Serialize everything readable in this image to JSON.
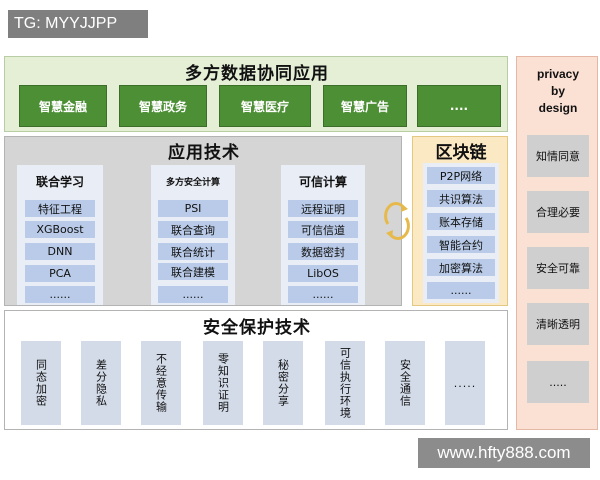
{
  "watermarks": {
    "tg": "TG: MYYJJPP",
    "url": "www.hfty888.com"
  },
  "multi_party": {
    "title": "多方数据协同应用",
    "apps": [
      "智慧金融",
      "智慧政务",
      "智慧医疗",
      "智慧广告",
      "...."
    ]
  },
  "app_tech": {
    "title": "应用技术",
    "columns": [
      {
        "title": "联合学习",
        "items": [
          "特征工程",
          "XGBoost",
          "DNN",
          "PCA",
          "......"
        ]
      },
      {
        "title": "多方安全计算",
        "items": [
          "PSI",
          "联合查询",
          "联合统计",
          "联合建模",
          "......"
        ]
      },
      {
        "title": "可信计算",
        "items": [
          "远程证明",
          "可信信道",
          "数据密封",
          "LibOS",
          "......"
        ]
      }
    ]
  },
  "blockchain": {
    "title": "区块链",
    "items": [
      "P2P网络",
      "共识算法",
      "账本存储",
      "智能合约",
      "加密算法",
      "......"
    ]
  },
  "security_tech": {
    "title": "安全保护技术",
    "items": [
      "同态加密",
      "差分隐私",
      "不经意传输",
      "零知识证明",
      "秘密分享",
      "可信执行环境",
      "安全通信",
      "....."
    ]
  },
  "privacy": {
    "title": "privacy\nby\ndesign",
    "items": [
      "知情同意",
      "合理必要",
      "安全可靠",
      "清晰透明",
      "....."
    ]
  },
  "colors": {
    "green_accent": "#4d8f35",
    "blue_item": "#b9cbe8",
    "orange_bg": "#fbe9c4",
    "pink_bg": "#fbe0d4"
  }
}
